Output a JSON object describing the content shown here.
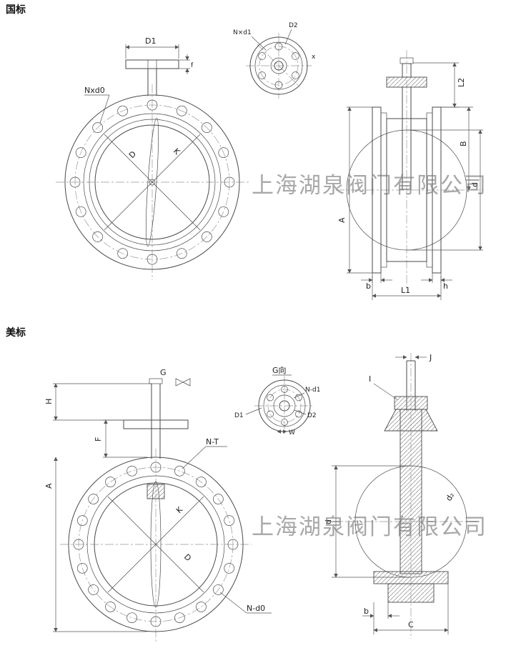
{
  "titles": {
    "gb": "国标",
    "ansi": "美标"
  },
  "watermark": "上海湖泉阀门有限公司",
  "gb": {
    "front": {
      "d1": "D1",
      "f": "f",
      "nxd0": "Nxd0",
      "d": "D",
      "k": "K"
    },
    "aux": {
      "nxd1": "N×d1",
      "d2": "D2",
      "x": "x"
    },
    "side": {
      "l2": "L2",
      "b_upper": "B",
      "a": "A",
      "d": "d",
      "b": "b",
      "h": "h",
      "l1": "L1"
    }
  },
  "ansi": {
    "front": {
      "g": "G",
      "h": "H",
      "f": "F",
      "a": "A",
      "nt": "N-T",
      "k": "K",
      "d": "D",
      "nd0": "N-d0"
    },
    "aux": {
      "gdir": "G向",
      "nd1": "N-d1",
      "d1": "D1",
      "d2": "D2",
      "w": "W"
    },
    "side": {
      "j": "J",
      "i": "I",
      "d": "d",
      "d2": "d₂",
      "b": "b",
      "c": "C"
    }
  }
}
